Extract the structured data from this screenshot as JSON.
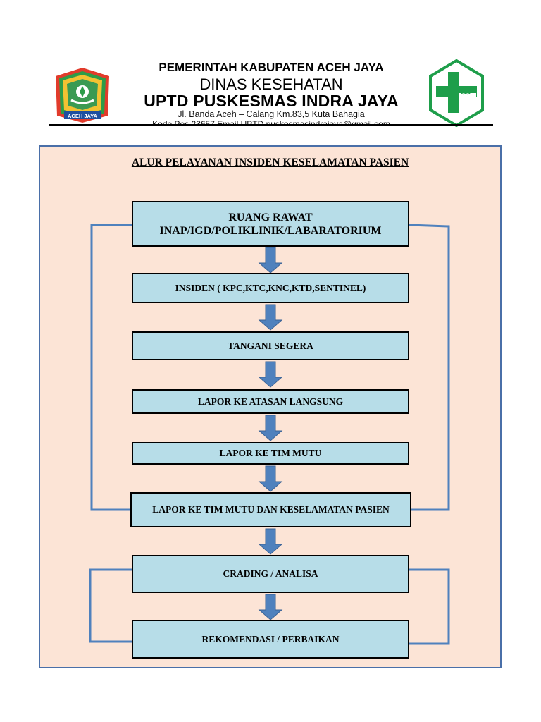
{
  "header": {
    "line1": "PEMERINTAH KABUPATEN ACEH JAYA",
    "line2": "DINAS KESEHATAN",
    "line3": "UPTD PUSKESMAS INDRA JAYA",
    "address": "Jl. Banda Aceh – Calang Km.83,5 Kuta Bahagia",
    "contact": "Kode Pos 23657 Email UPTD.puskesmasindrajaya@gmail.com",
    "left_logo_text": "ACEH JAYA"
  },
  "flowchart": {
    "title": "ALUR PELAYANAN INSIDEN KESELAMATAN PASIEN",
    "steps": [
      {
        "line1": "RUANG RAWAT",
        "line2": "INAP/IGD/POLIKLINIK/LABARATORIUM"
      },
      {
        "label": "INSIDEN ( KPC,KTC,KNC,KTD,SENTINEL)"
      },
      {
        "label": "TANGANI SEGERA"
      },
      {
        "label": "LAPOR KE ATASAN LANGSUNG"
      },
      {
        "label": "LAPOR KE TIM MUTU"
      },
      {
        "label": "LAPOR KE TIM MUTU DAN KESELAMATAN PASIEN"
      },
      {
        "label": "CRADING / ANALISA"
      },
      {
        "label": "REKOMENDASI / PERBAIKAN"
      }
    ]
  },
  "colors": {
    "panel_bg": "#fce4d6",
    "box_fill": "#b7dde8",
    "arrow": "#4f81bd",
    "connector": "#4f81bd",
    "logo_green": "#1e9e4a"
  },
  "icons": {
    "left_logo": "aceh-jaya-emblem-icon",
    "right_logo": "puskesmas-cross-logo-icon",
    "arrow": "arrow-down-icon"
  }
}
